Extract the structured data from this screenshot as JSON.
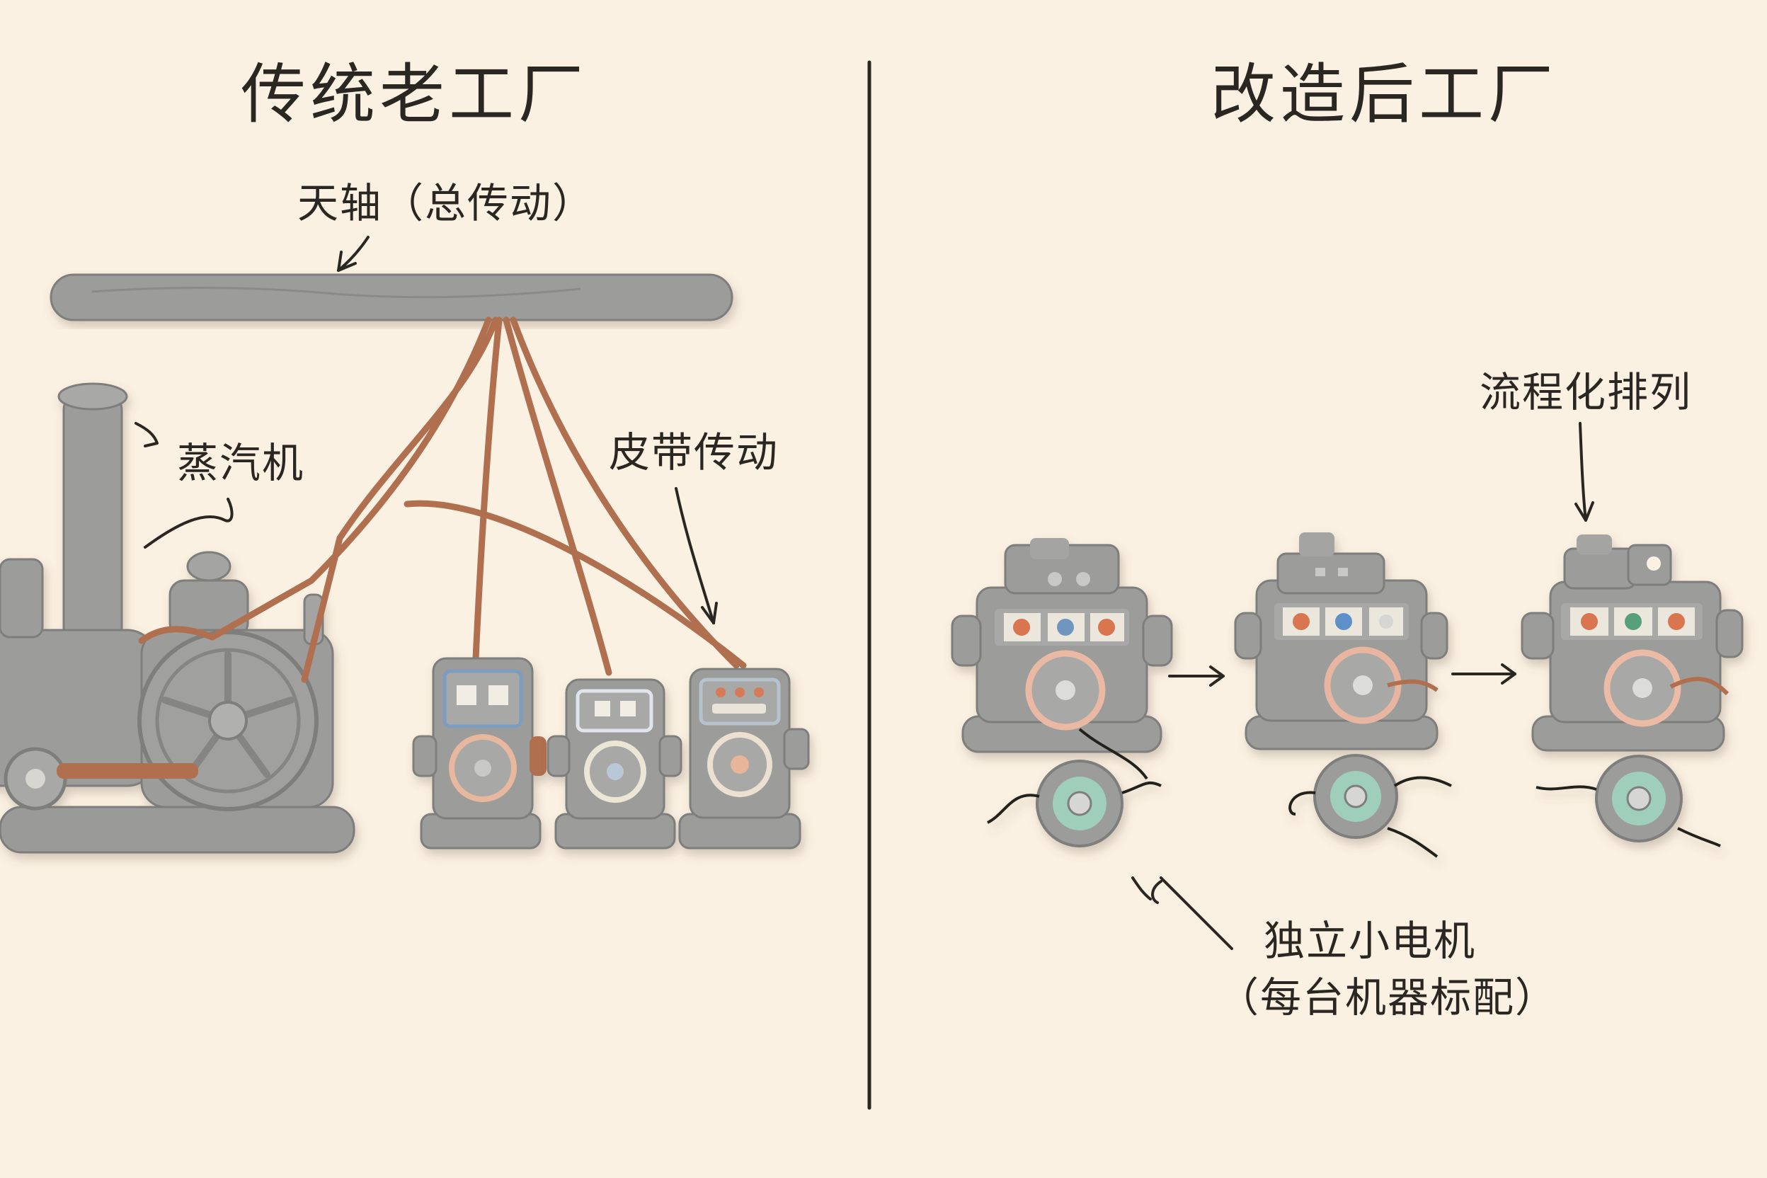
{
  "panels": {
    "left": {
      "title": "传统老工厂"
    },
    "right": {
      "title": "改造后工厂"
    }
  },
  "labels": {
    "line_shaft": "天轴（总传动）",
    "steam_engine": "蒸汽机",
    "belt_drive": "皮带传动",
    "flow_layout": "流程化排列",
    "motor_line1": "独立小电机",
    "motor_line2": "（每台机器标配）"
  },
  "colors": {
    "background": "#fbf1e2",
    "clay_gray": "#9a9a98",
    "belt_brown": "#b0704f",
    "ink": "#2a2622"
  }
}
